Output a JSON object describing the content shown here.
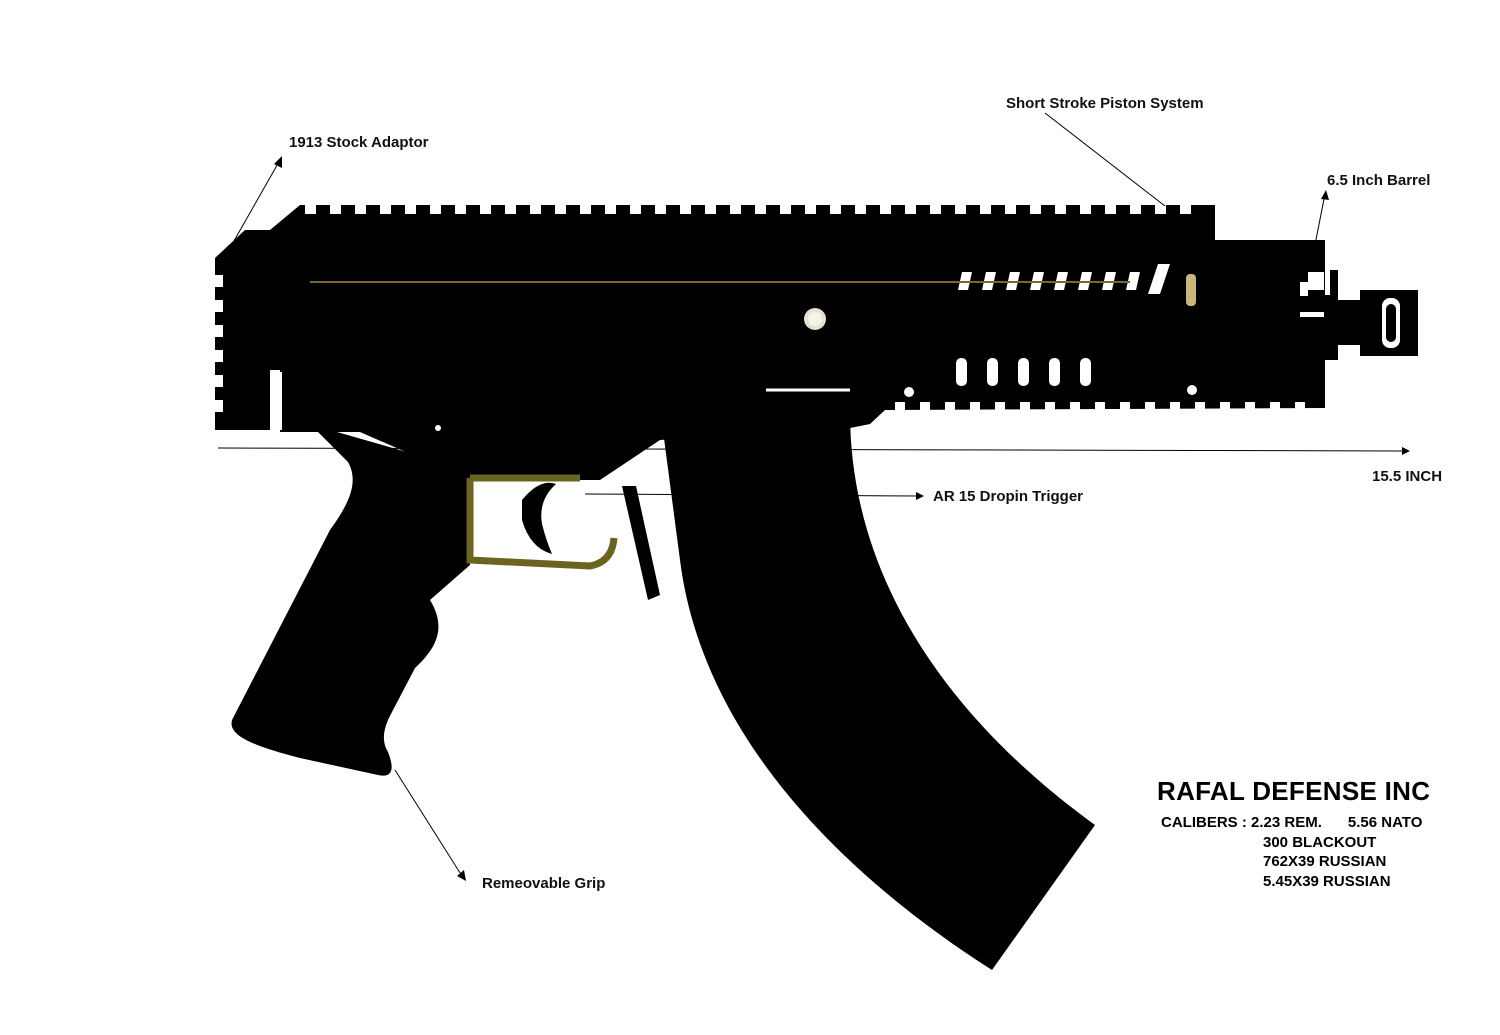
{
  "labels": {
    "stock_adaptor": "1913 Stock Adaptor",
    "piston_system": "Short Stroke Piston System",
    "barrel": "6.5 Inch Barrel",
    "overall_length": "15.5 INCH",
    "trigger": "AR 15 Dropin Trigger",
    "grip": "Remeovable Grip"
  },
  "company": {
    "name": "RAFAL DEFENSE INC",
    "calibers_label": "CALIBERS :",
    "calibers": [
      "2.23 REM.",
      "5.56 NATO",
      "300 BLACKOUT",
      "762X39 RUSSIAN",
      "5.45X39 RUSSIAN"
    ]
  },
  "colors": {
    "silhouette": "#000000",
    "trigger_guard": "#6b6320",
    "background": "#ffffff"
  }
}
